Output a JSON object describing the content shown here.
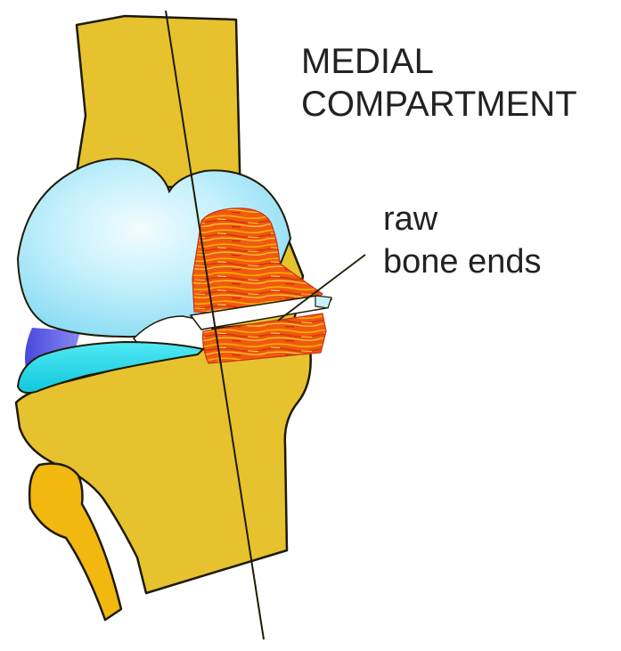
{
  "title": {
    "line1": "MEDIAL",
    "line2": "COMPARTMENT"
  },
  "annotation": {
    "line1": "raw",
    "line2": "bone ends"
  },
  "colors": {
    "bone": "#e6c22e",
    "bone_outline": "#1e1a05",
    "fibula": "#f2b810",
    "femoral_cartilage": "#a8e8fb",
    "meniscus": "#22d8e8",
    "ligament": "#6a6ae8",
    "raw_bone": "#f05a10",
    "raw_bone_highlight": "#ffc400",
    "background": "#ffffff"
  }
}
